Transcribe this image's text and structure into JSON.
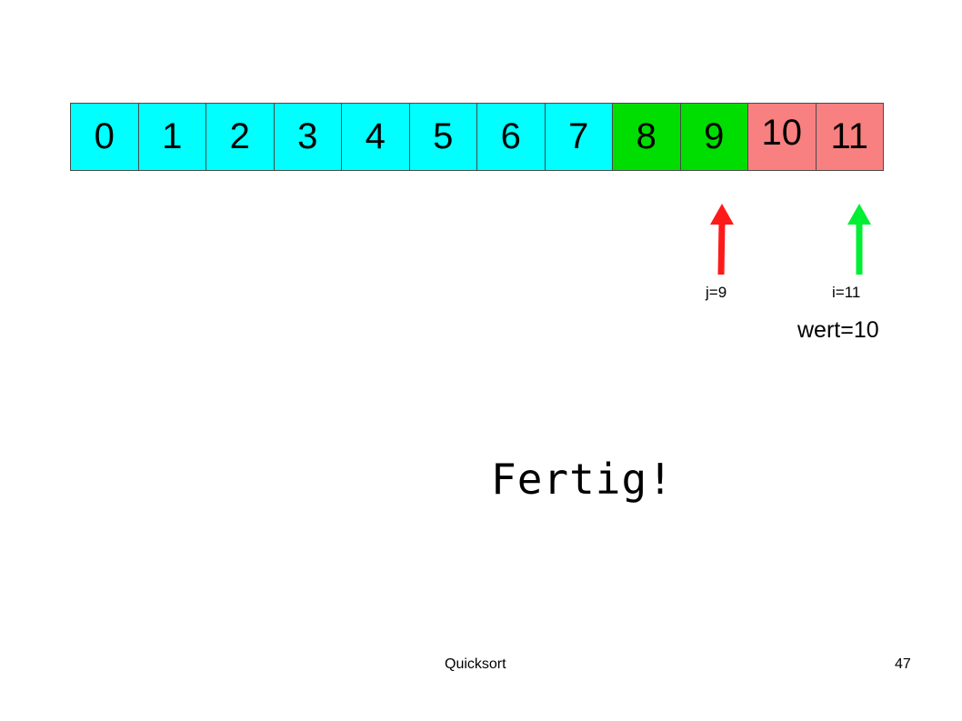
{
  "array": {
    "cells": [
      {
        "label": "0",
        "color": "#00ffff"
      },
      {
        "label": "1",
        "color": "#00ffff"
      },
      {
        "label": "2",
        "color": "#00ffff"
      },
      {
        "label": "3",
        "color": "#00ffff"
      },
      {
        "label": "4",
        "color": "#00ffff"
      },
      {
        "label": "5",
        "color": "#00ffff"
      },
      {
        "label": "6",
        "color": "#00ffff"
      },
      {
        "label": "7",
        "color": "#00ffff"
      },
      {
        "label": "8",
        "color": "#00dd00"
      },
      {
        "label": "9",
        "color": "#00dd00"
      },
      {
        "label": "10",
        "color": "#f98080"
      },
      {
        "label": "11",
        "color": "#f98080"
      }
    ]
  },
  "pointers": {
    "j": {
      "label": "j=9",
      "color": "#ff1a1a",
      "icon": "up-arrow-icon"
    },
    "i": {
      "label": "i=11",
      "color": "#00ee33",
      "icon": "up-arrow-icon"
    }
  },
  "wert_label": "wert=10",
  "done_text": "Fertig!",
  "footer": {
    "title": "Quicksort",
    "page_number": "47"
  }
}
